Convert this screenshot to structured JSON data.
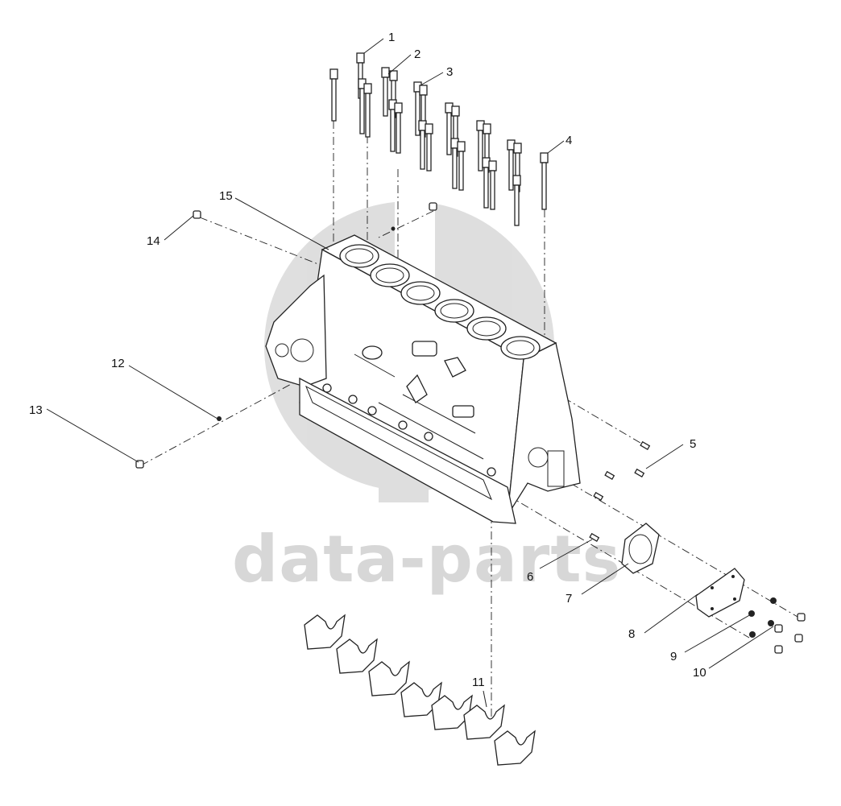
{
  "diagram": {
    "callouts": [
      "1",
      "2",
      "3",
      "4",
      "5",
      "6",
      "7",
      "8",
      "9",
      "10",
      "11",
      "12",
      "13",
      "14",
      "15"
    ]
  },
  "watermark": {
    "text": "data-parts",
    "color": "#d7d7d7"
  }
}
